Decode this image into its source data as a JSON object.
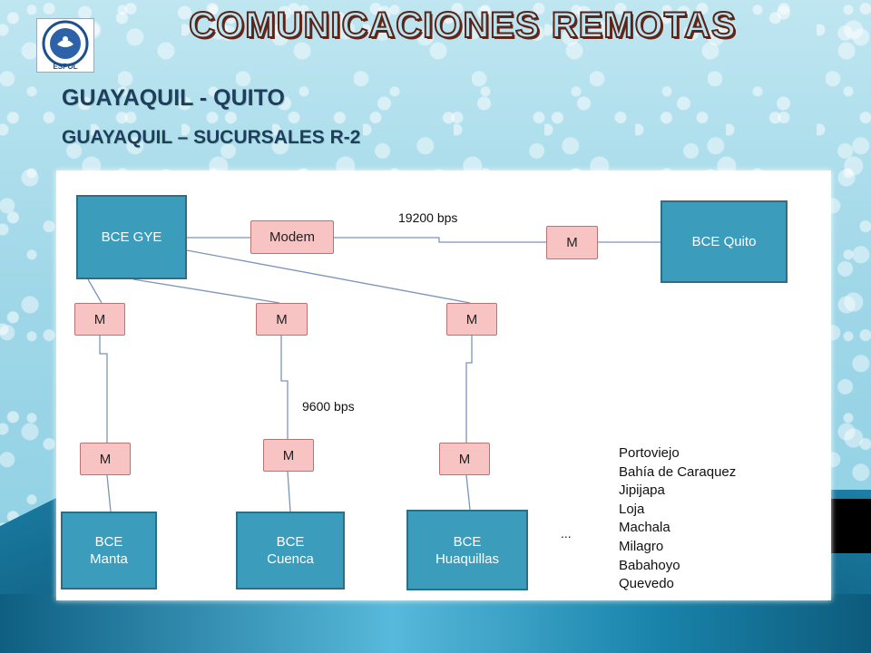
{
  "header": {
    "title": "COMUNICACIONES REMOTAS",
    "subtitle_1": "GUAYAQUIL - QUITO",
    "subtitle_2": "GUAYAQUIL – SUCURSALES R-2"
  },
  "logo": {
    "icon": "espol-seal-icon",
    "text": "ESPOL"
  },
  "diagram": {
    "sites": {
      "gye": "BCE GYE",
      "quito": "BCE Quito",
      "manta": "BCE\nManta",
      "cuenca": "BCE\nCuenca",
      "huaquillas": "BCE\nHuaquillas"
    },
    "modems": {
      "main": "Modem",
      "quito": "M",
      "top_left": "M",
      "top_center": "M",
      "top_right": "M",
      "bottom_left": "M",
      "bottom_center": "M",
      "bottom_right": "M"
    },
    "speed_labels": {
      "quito_link": "19200 bps",
      "branch_link": "9600 bps"
    },
    "ellipsis": "...",
    "other_branches": [
      "Portoviejo",
      "Bahía de Caraquez",
      "Jipijapa",
      "Loja",
      "Machala",
      "Milagro",
      "Babahoyo",
      "Quevedo"
    ]
  },
  "colors": {
    "site_fill": "#3b9cbc",
    "modem_fill": "#f8c3c3",
    "link_line": "#7b95b9"
  }
}
